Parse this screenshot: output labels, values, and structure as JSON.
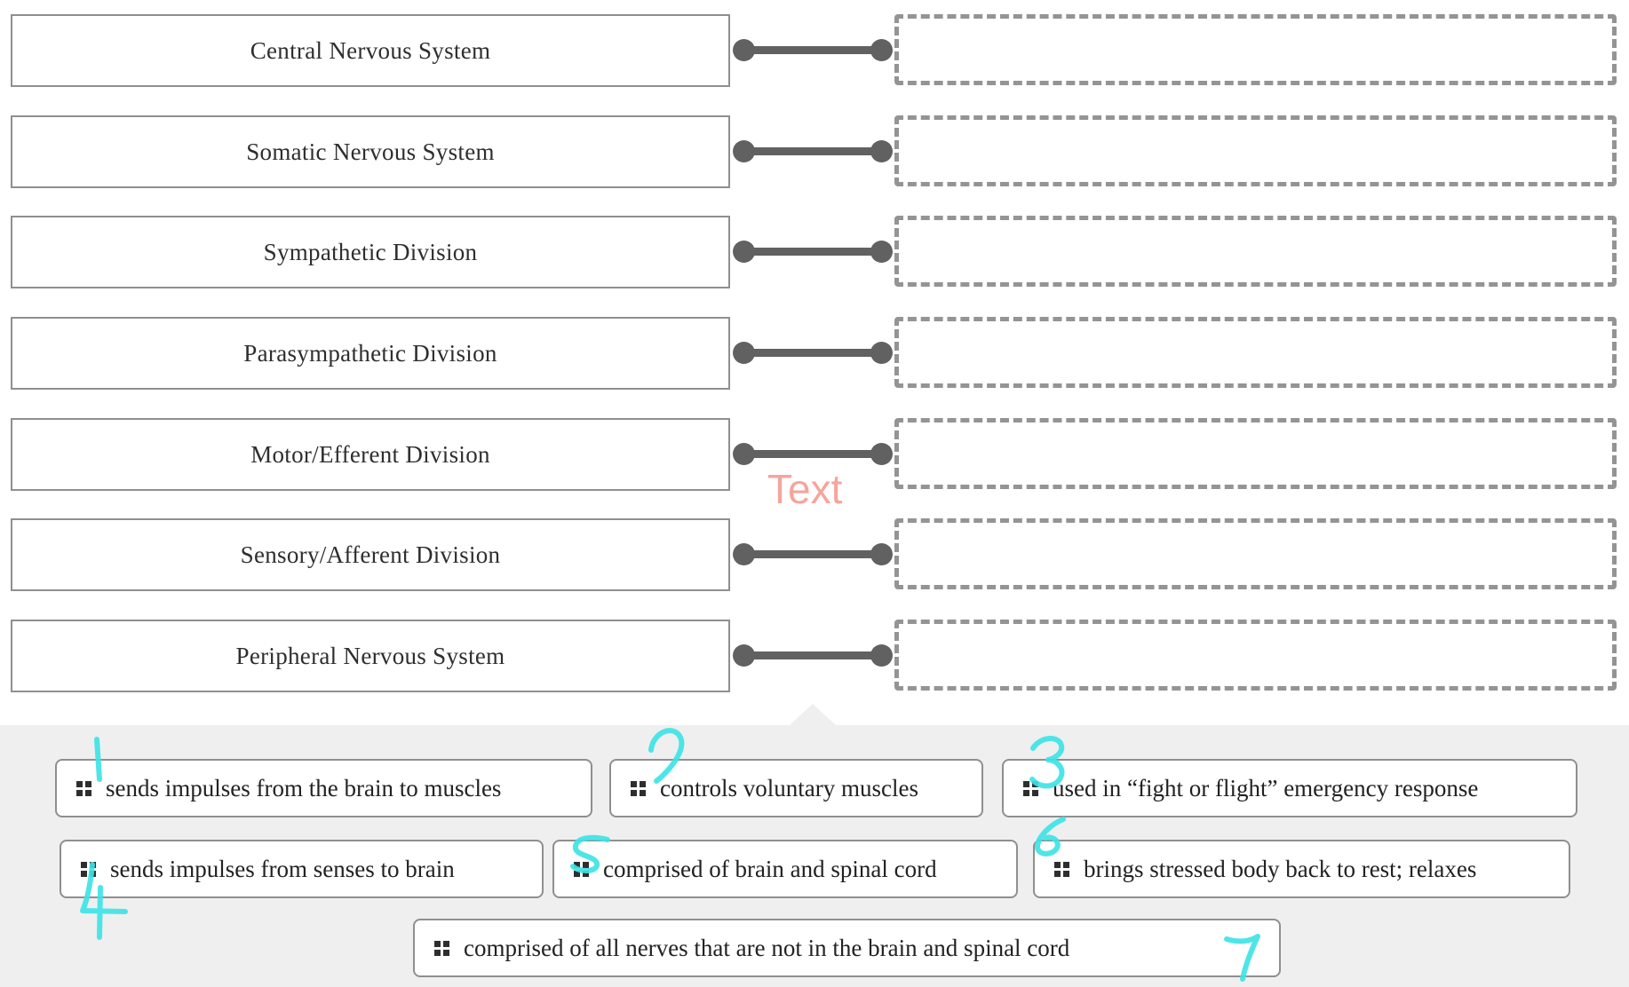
{
  "watermark": {
    "label": "Text",
    "color": "#f6a49c"
  },
  "terms": [
    {
      "label": "Central Nervous System"
    },
    {
      "label": "Somatic Nervous System"
    },
    {
      "label": "Sympathetic Division"
    },
    {
      "label": "Parasympathetic Division"
    },
    {
      "label": "Motor/Efferent Division"
    },
    {
      "label": "Sensory/Afferent Division"
    },
    {
      "label": "Peripheral Nervous System"
    }
  ],
  "drop_zones_count": 7,
  "chips": [
    {
      "label": "sends impulses from the brain to muscles",
      "annotation": "1"
    },
    {
      "label": "controls voluntary muscles",
      "annotation": "2"
    },
    {
      "label": "used in “fight or flight” emergency response",
      "annotation": "3"
    },
    {
      "label": "sends impulses from senses to brain",
      "annotation": "4"
    },
    {
      "label": "comprised of brain and spinal cord",
      "annotation": "5"
    },
    {
      "label": "brings stressed body back to rest; relaxes",
      "annotation": "6"
    },
    {
      "label": "comprised of all nerves that are not in the brain and spinal cord",
      "annotation": "7"
    }
  ],
  "annotations": {
    "ink_color": "#3fe3e6",
    "digits": [
      "1",
      "2",
      "3",
      "4",
      "5",
      "6",
      "7"
    ]
  },
  "colors": {
    "connector": "#616161",
    "term_border": "#8f8f8f",
    "dashed_border": "#949494",
    "tray_background": "#efefef",
    "handle": "#2e2e2e",
    "watermark": "#f6a49c"
  }
}
